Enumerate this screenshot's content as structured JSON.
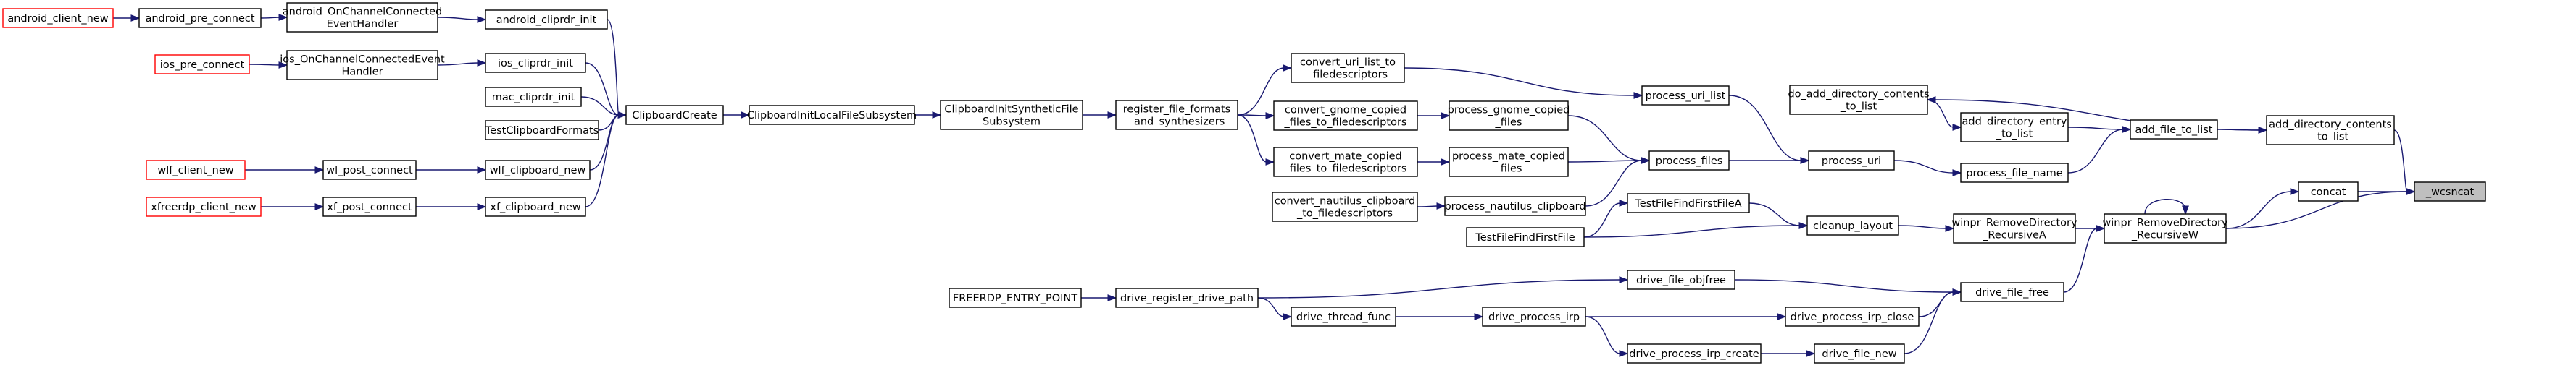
{
  "graph": {
    "type": "call-graph",
    "edge_color": "#191970",
    "external_node_border": "#ff0000",
    "root_fill": "#bfbfbf",
    "nodes": [
      {
        "id": "android_client_new",
        "lines": [
          "android_client_new"
        ],
        "style": "red"
      },
      {
        "id": "android_pre_connect",
        "lines": [
          "android_pre_connect"
        ]
      },
      {
        "id": "android_OnChannelConnectedEventHandler",
        "lines": [
          "android_OnChannelConnected",
          "EventHandler"
        ]
      },
      {
        "id": "android_cliprdr_init",
        "lines": [
          "android_cliprdr_init"
        ]
      },
      {
        "id": "ios_pre_connect",
        "lines": [
          "ios_pre_connect"
        ],
        "style": "red"
      },
      {
        "id": "ios_OnChannelConnectedEventHandler",
        "lines": [
          "ios_OnChannelConnectedEvent",
          "Handler"
        ]
      },
      {
        "id": "ios_cliprdr_init",
        "lines": [
          "ios_cliprdr_init"
        ]
      },
      {
        "id": "mac_cliprdr_init",
        "lines": [
          "mac_cliprdr_init"
        ]
      },
      {
        "id": "TestClipboardFormats",
        "lines": [
          "TestClipboardFormats"
        ]
      },
      {
        "id": "wlf_client_new",
        "lines": [
          "wlf_client_new"
        ],
        "style": "red"
      },
      {
        "id": "wl_post_connect",
        "lines": [
          "wl_post_connect"
        ]
      },
      {
        "id": "wlf_cliboard_new",
        "lines": [
          "wlf_clipboard_new"
        ]
      },
      {
        "id": "xfreerdp_client_new",
        "lines": [
          "xfreerdp_client_new"
        ],
        "style": "red"
      },
      {
        "id": "xf_post_connect",
        "lines": [
          "xf_post_connect"
        ]
      },
      {
        "id": "xf_clipboard_new",
        "lines": [
          "xf_clipboard_new"
        ]
      },
      {
        "id": "ClipboardCreate",
        "lines": [
          "ClipboardCreate"
        ]
      },
      {
        "id": "ClipboardInitLocalFileSubsystem",
        "lines": [
          "ClipboardInitLocalFileSubsystem"
        ]
      },
      {
        "id": "ClipboardInitSyntheticFileSubsystem",
        "lines": [
          "ClipboardInitSyntheticFile",
          "Subsystem"
        ]
      },
      {
        "id": "register_file_formats_and_synthesizers",
        "lines": [
          "register_file_formats",
          "_and_synthesizers"
        ]
      },
      {
        "id": "convert_uri_list_to_filedescriptors",
        "lines": [
          "convert_uri_list_to",
          "_filedescriptors"
        ]
      },
      {
        "id": "convert_gnome_copied_files_to_filedescriptors",
        "lines": [
          "convert_gnome_copied",
          "_files_to_filedescriptors"
        ]
      },
      {
        "id": "convert_mate_copied_files_to_filedescriptors",
        "lines": [
          "convert_mate_copied",
          "_files_to_filedescriptors"
        ]
      },
      {
        "id": "convert_nautilus_clipboard_to_filedescriptors",
        "lines": [
          "convert_nautilus_clipboard",
          "_to_filedescriptors"
        ]
      },
      {
        "id": "process_gnome_copied_files",
        "lines": [
          "process_gnome_copied",
          "_files"
        ]
      },
      {
        "id": "process_mate_copied_files",
        "lines": [
          "process_mate_copied",
          "_files"
        ]
      },
      {
        "id": "process_nautilus_clipboard",
        "lines": [
          "process_nautilus_clipboard"
        ]
      },
      {
        "id": "process_uri_list",
        "lines": [
          "process_uri_list"
        ]
      },
      {
        "id": "process_files",
        "lines": [
          "process_files"
        ]
      },
      {
        "id": "TestFileFindFirstFileA",
        "lines": [
          "TestFileFindFirstFileA"
        ]
      },
      {
        "id": "TestFileFindFirstFile",
        "lines": [
          "TestFileFindFirstFile"
        ]
      },
      {
        "id": "do_add_directory_contents_to_list",
        "lines": [
          "do_add_directory_contents",
          "_to_list"
        ]
      },
      {
        "id": "process_uri",
        "lines": [
          "process_uri"
        ]
      },
      {
        "id": "add_directory_entry_to_list",
        "lines": [
          "add_directory_entry",
          "_to_list"
        ]
      },
      {
        "id": "process_file_name",
        "lines": [
          "process_file_name"
        ]
      },
      {
        "id": "add_file_to_list",
        "lines": [
          "add_file_to_list"
        ]
      },
      {
        "id": "add_directory_contents_to_list",
        "lines": [
          "add_directory_contents",
          "_to_list"
        ]
      },
      {
        "id": "cleanup_layout",
        "lines": [
          "cleanup_layout"
        ]
      },
      {
        "id": "winpr_RemoveDirectory_RecursiveA",
        "lines": [
          "winpr_RemoveDirectory",
          "_RecursiveA"
        ]
      },
      {
        "id": "winpr_RemoveDirectory_RecursiveW",
        "lines": [
          "winpr_RemoveDirectory",
          "_RecursiveW"
        ]
      },
      {
        "id": "concat",
        "lines": [
          "concat"
        ]
      },
      {
        "id": "_wcsncat",
        "lines": [
          "_wcsncat"
        ],
        "style": "root"
      },
      {
        "id": "FREERDP_ENTRY_POINT",
        "lines": [
          "FREERDP_ENTRY_POINT"
        ]
      },
      {
        "id": "drive_register_drive_path",
        "lines": [
          "drive_register_drive_path"
        ]
      },
      {
        "id": "drive_thread_func",
        "lines": [
          "drive_thread_func"
        ]
      },
      {
        "id": "drive_process_irp",
        "lines": [
          "drive_process_irp"
        ]
      },
      {
        "id": "drive_file_objfree",
        "lines": [
          "drive_file_objfree"
        ]
      },
      {
        "id": "drive_process_irp_close",
        "lines": [
          "drive_process_irp_close"
        ]
      },
      {
        "id": "drive_process_irp_create",
        "lines": [
          "drive_process_irp_create"
        ]
      },
      {
        "id": "drive_file_new",
        "lines": [
          "drive_file_new"
        ]
      },
      {
        "id": "drive_file_free",
        "lines": [
          "drive_file_free"
        ]
      }
    ],
    "edges": [
      [
        "android_client_new",
        "android_pre_connect"
      ],
      [
        "android_pre_connect",
        "android_OnChannelConnectedEventHandler"
      ],
      [
        "android_OnChannelConnectedEventHandler",
        "android_cliprdr_init"
      ],
      [
        "android_cliprdr_init",
        "ClipboardCreate"
      ],
      [
        "ios_pre_connect",
        "ios_OnChannelConnectedEventHandler"
      ],
      [
        "ios_OnChannelConnectedEventHandler",
        "ios_cliprdr_init"
      ],
      [
        "ios_cliprdr_init",
        "ClipboardCreate"
      ],
      [
        "mac_cliprdr_init",
        "ClipboardCreate"
      ],
      [
        "TestClipboardFormats",
        "ClipboardCreate"
      ],
      [
        "wlf_client_new",
        "wl_post_connect"
      ],
      [
        "wl_post_connect",
        "wlf_cliboard_new"
      ],
      [
        "wlf_cliboard_new",
        "ClipboardCreate"
      ],
      [
        "xfreerdp_client_new",
        "xf_post_connect"
      ],
      [
        "xf_post_connect",
        "xf_clipboard_new"
      ],
      [
        "xf_clipboard_new",
        "ClipboardCreate"
      ],
      [
        "ClipboardCreate",
        "ClipboardInitLocalFileSubsystem"
      ],
      [
        "ClipboardInitLocalFileSubsystem",
        "ClipboardInitSyntheticFileSubsystem"
      ],
      [
        "ClipboardInitSyntheticFileSubsystem",
        "register_file_formats_and_synthesizers"
      ],
      [
        "register_file_formats_and_synthesizers",
        "convert_uri_list_to_filedescriptors"
      ],
      [
        "register_file_formats_and_synthesizers",
        "convert_gnome_copied_files_to_filedescriptors"
      ],
      [
        "register_file_formats_and_synthesizers",
        "convert_mate_copied_files_to_filedescriptors"
      ],
      [
        "convert_uri_list_to_filedescriptors",
        "process_uri_list"
      ],
      [
        "convert_gnome_copied_files_to_filedescriptors",
        "process_gnome_copied_files"
      ],
      [
        "convert_mate_copied_files_to_filedescriptors",
        "process_mate_copied_files"
      ],
      [
        "convert_nautilus_clipboard_to_filedescriptors",
        "process_nautilus_clipboard"
      ],
      [
        "process_gnome_copied_files",
        "process_files"
      ],
      [
        "process_mate_copied_files",
        "process_files"
      ],
      [
        "process_nautilus_clipboard",
        "process_files"
      ],
      [
        "process_uri_list",
        "process_uri"
      ],
      [
        "process_files",
        "process_uri"
      ],
      [
        "process_uri",
        "process_file_name"
      ],
      [
        "process_file_name",
        "add_file_to_list"
      ],
      [
        "do_add_directory_contents_to_list",
        "add_directory_entry_to_list"
      ],
      [
        "add_directory_entry_to_list",
        "add_file_to_list"
      ],
      [
        "add_file_to_list",
        "add_directory_contents_to_list"
      ],
      [
        "add_directory_contents_to_list",
        "do_add_directory_contents_to_list"
      ],
      [
        "add_directory_contents_to_list",
        "_wcsncat"
      ],
      [
        "TestFileFindFirstFileA",
        "cleanup_layout"
      ],
      [
        "TestFileFindFirstFile",
        "cleanup_layout"
      ],
      [
        "TestFileFindFirstFile",
        "TestFileFindFirstFileA"
      ],
      [
        "cleanup_layout",
        "winpr_RemoveDirectory_RecursiveA"
      ],
      [
        "winpr_RemoveDirectory_RecursiveA",
        "winpr_RemoveDirectory_RecursiveW"
      ],
      [
        "winpr_RemoveDirectory_RecursiveW",
        "winpr_RemoveDirectory_RecursiveW"
      ],
      [
        "winpr_RemoveDirectory_RecursiveW",
        "concat"
      ],
      [
        "winpr_RemoveDirectory_RecursiveW",
        "_wcsncat"
      ],
      [
        "concat",
        "_wcsncat"
      ],
      [
        "FREERDP_ENTRY_POINT",
        "drive_register_drive_path"
      ],
      [
        "drive_register_drive_path",
        "drive_thread_func"
      ],
      [
        "drive_register_drive_path",
        "drive_file_objfree"
      ],
      [
        "drive_thread_func",
        "drive_process_irp"
      ],
      [
        "drive_process_irp",
        "drive_process_irp_close"
      ],
      [
        "drive_process_irp",
        "drive_process_irp_create"
      ],
      [
        "drive_file_objfree",
        "drive_file_free"
      ],
      [
        "drive_process_irp_close",
        "drive_file_free"
      ],
      [
        "drive_process_irp_create",
        "drive_file_new"
      ],
      [
        "drive_file_new",
        "drive_file_free"
      ],
      [
        "drive_file_free",
        "winpr_RemoveDirectory_RecursiveW"
      ]
    ]
  }
}
